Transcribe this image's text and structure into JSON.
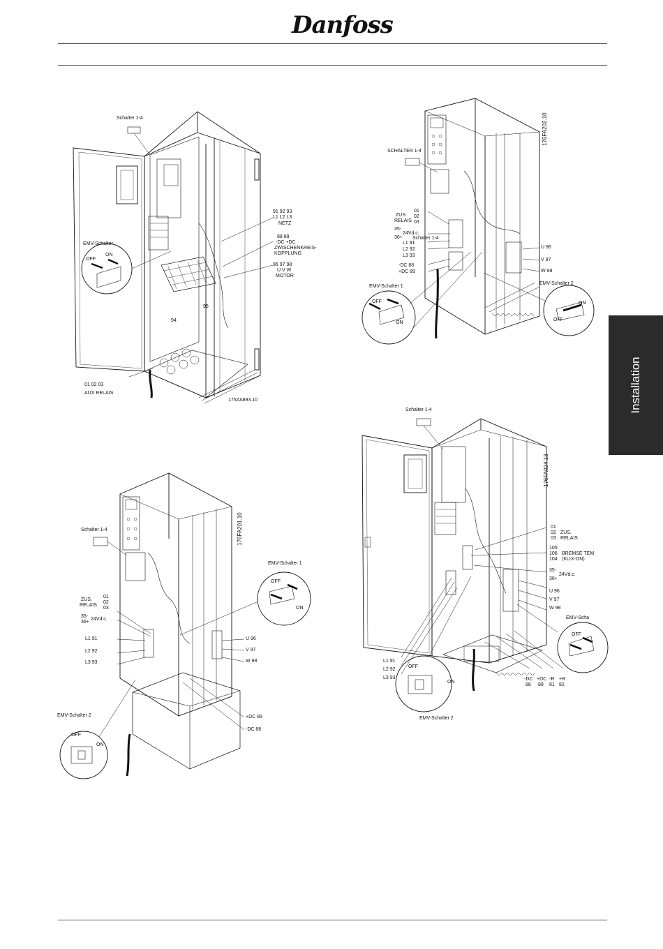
{
  "header": {
    "logo_text": "Danfoss"
  },
  "side_tab": {
    "label": "Installation"
  },
  "figures": {
    "fig1": {
      "schalter": "Schalter 1-4",
      "emv": "EMV-Schalter",
      "off": "OFF",
      "on": "ON",
      "netz_nums": "91 92 93",
      "netz_l": "L1 L2 L3",
      "netz": "NETZ",
      "dc_nums": "88 89",
      "dc_lbl": "-DC +DC",
      "zw1": "ZWISCHENKREIS-",
      "zw2": "KOPPLUNG",
      "motor_nums": "96 97 98",
      "motor_uvw": "U V W",
      "motor": "MOTOR",
      "t95": "95",
      "t94": "94",
      "aux_nums": "01 02 03",
      "aux": "AUX RELAIS",
      "code": "175ZA893.10"
    },
    "fig2": {
      "code": "176FA202.10",
      "schalter": "SCHALTER 1-4",
      "r01": "01",
      "r02": "02",
      "r03": "03",
      "zus": "ZUS.",
      "relais": "RELAIS",
      "s35": "35-",
      "s36": "36+",
      "v24": "24Vd.c.",
      "schalter_small": "Schalter 1-4",
      "l1": "L1 91",
      "l2": "L2 92",
      "l3": "L3 93",
      "dcm": "-DC 88",
      "dcp": "+DC 89",
      "u": "U 96",
      "v": "V 97",
      "w": "W 98",
      "emv1": "EMV-Schalter 1",
      "emv2": "EMV-Schalter 2",
      "off": "OFF",
      "on": "ON"
    },
    "fig3": {
      "code": "176FA201.10",
      "schalter": "Schalter 1-4",
      "zus": "ZUS.",
      "relais": "RELAIS",
      "r01": "01",
      "r02": "02",
      "r03": "03",
      "s35": "35-",
      "s36": "36+",
      "v24": "24Vd.c.",
      "l1": "L1 91",
      "l2": "L2 92",
      "l3": "L3 93",
      "u": "U 96",
      "v": "V 97",
      "w": "W 98",
      "dcp": "+DC 89",
      "dcm": "-DC 88",
      "emv1": "EMV-Schalter 1",
      "emv2": "EMV-Schalter 2",
      "off": "OFF",
      "on": "ON"
    },
    "fig4": {
      "code": "176FA024.13",
      "schalter": "Schalter 1-4",
      "r01": "01",
      "r02": "02",
      "r03": "03",
      "zus": "ZUS.",
      "relais": "RELAIS",
      "b105": "105",
      "b106": "106",
      "b104": "104",
      "bremse": "BREMSE TEM",
      "klix": "(KLIX-ON)",
      "s35": "35-",
      "s36": "36+",
      "v24": "24Vd.c.",
      "u": "U 96",
      "v": "V 97",
      "w": "W 98",
      "emv_sch": "EMV-Scha",
      "l1": "L1 91",
      "l2": "L2 92",
      "l3": "L3 93",
      "b_dcm": "-DC",
      "b_dcm_n": "88",
      "b_dcp": "+DC",
      "b_dcp_n": "89",
      "b_rm": "-R",
      "b_rm_n": "81",
      "b_rp": "+R",
      "b_rp_n": "82",
      "emv2": "EMV-Schalter 2",
      "off": "OFF",
      "on": "ON"
    }
  }
}
